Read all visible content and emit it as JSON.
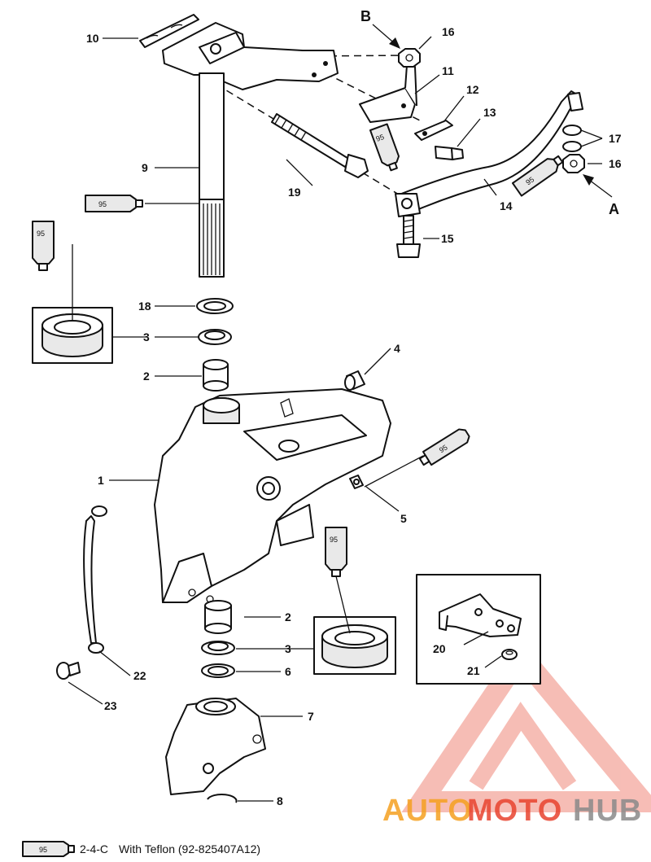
{
  "callouts": [
    "1",
    "2",
    "3",
    "4",
    "5",
    "6",
    "7",
    "8",
    "9",
    "10",
    "11",
    "12",
    "13",
    "14",
    "15",
    "16",
    "17",
    "18",
    "19",
    "20",
    "21",
    "22",
    "23"
  ],
  "view_labels": {
    "a": "A",
    "b": "B"
  },
  "sealant_label": "95",
  "caption": {
    "code": "2-4-C",
    "text": "With Teflon (92-825407A12)"
  },
  "watermark": {
    "part1": "AUTO",
    "part2": "MOTO",
    "part3": "HUB"
  },
  "colors": {
    "ink": "#111111",
    "watermark_red": "#e8432f",
    "watermark_orange": "#f5a020",
    "watermark_gray": "#8a8a8a",
    "triangle": "#f7b5ad"
  }
}
